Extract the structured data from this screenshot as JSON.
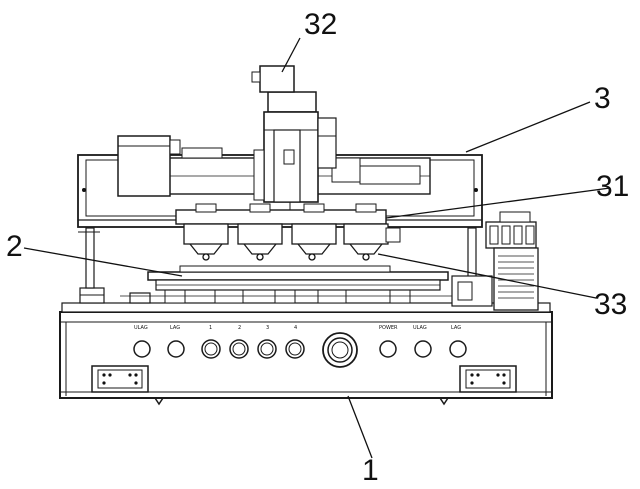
{
  "figure": {
    "callouts": {
      "base": "1",
      "stage": "2",
      "gantry": "3",
      "head_carriage": "31",
      "top_unit": "32",
      "side_unit": "33"
    },
    "panel_labels": {
      "left_1": "ULAG",
      "left_2": "LAG",
      "knob_1": "1",
      "knob_2": "2",
      "knob_3": "3",
      "knob_4": "4",
      "right_1": "POWER",
      "right_2": "ULAG",
      "right_3": "LAG"
    }
  }
}
